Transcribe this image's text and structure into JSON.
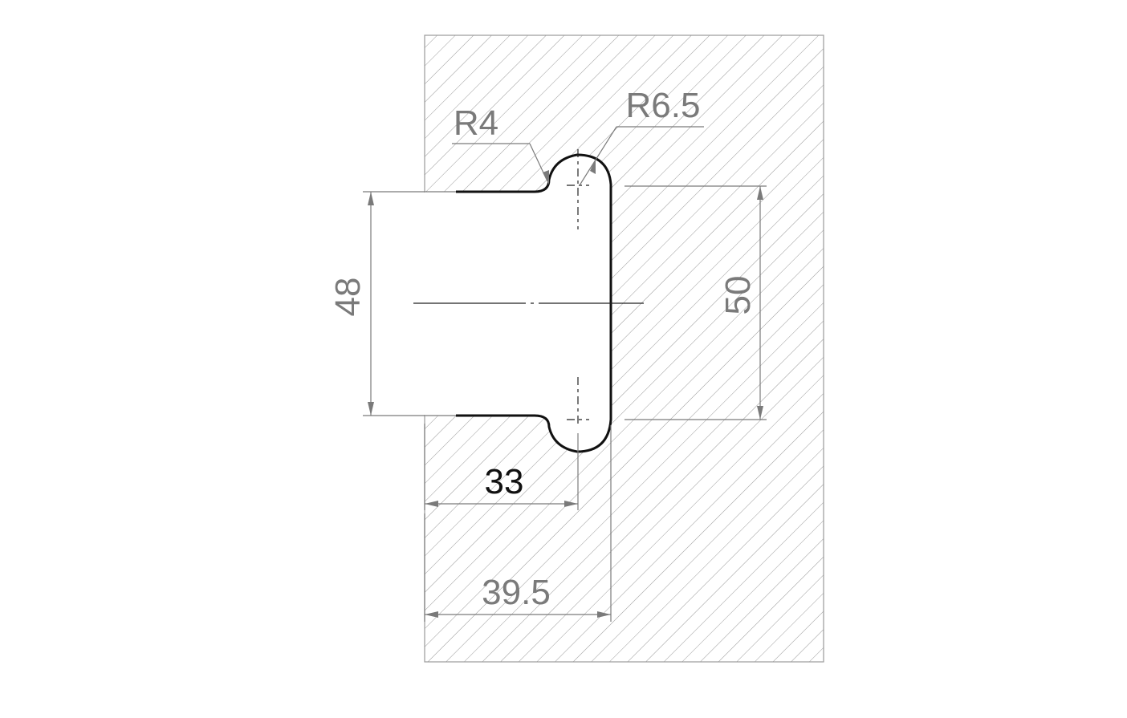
{
  "drawing": {
    "dimensions": {
      "radius_small": "R4",
      "radius_large": "R6.5",
      "height_left": "48",
      "height_right": "50",
      "width_inner": "33",
      "width_outer": "39.5"
    },
    "colors": {
      "profile": "#111111",
      "dimension": "#7a7a7a",
      "hatch": "#9a9a9a",
      "highlight_text": "#111111"
    }
  }
}
